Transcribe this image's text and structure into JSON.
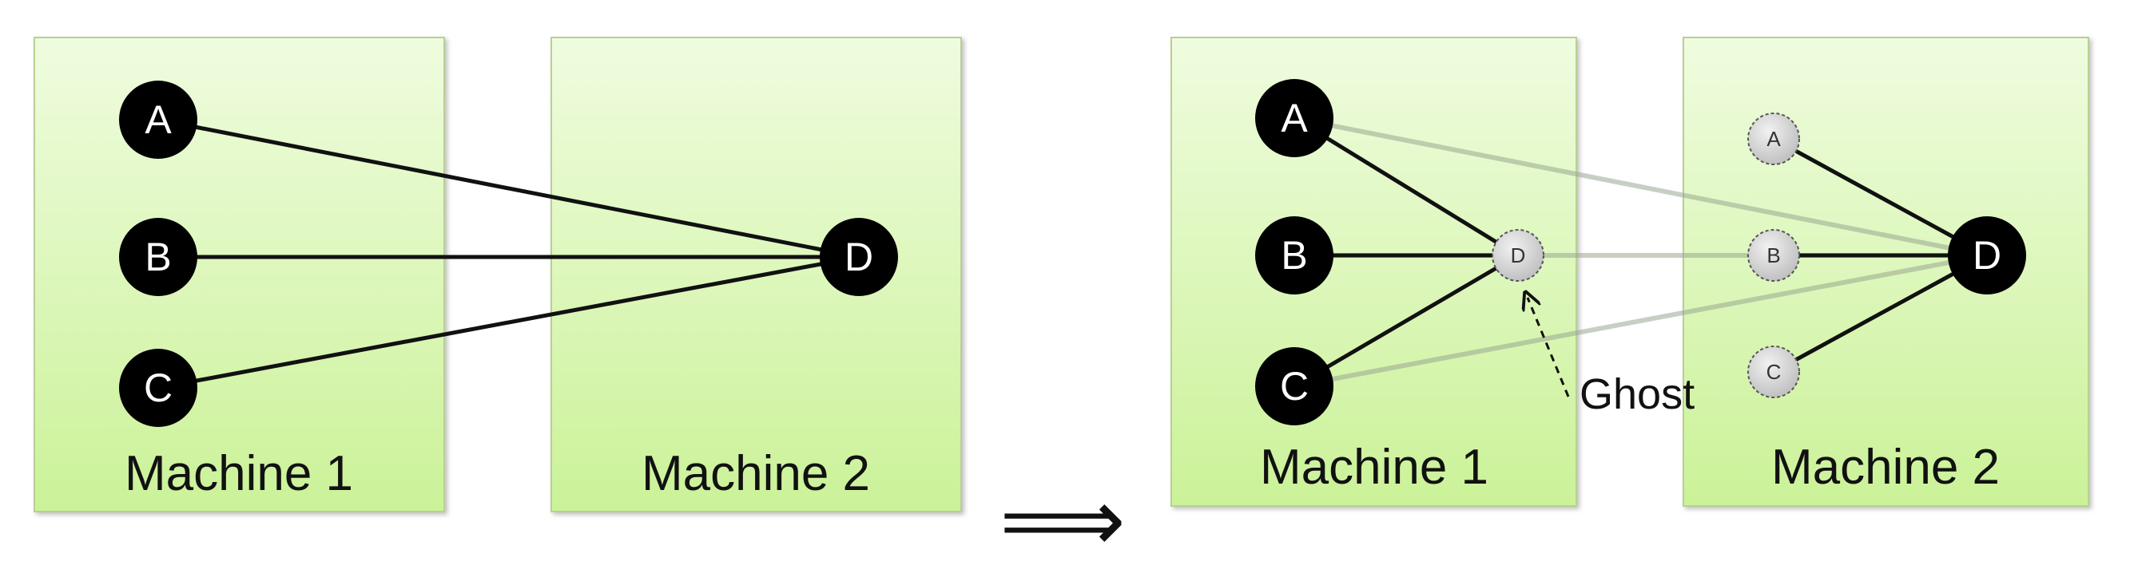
{
  "left": {
    "machine1_label": "Machine 1",
    "machine2_label": "Machine 2",
    "nodes": {
      "a": "A",
      "b": "B",
      "c": "C",
      "d": "D"
    }
  },
  "transition_arrow": "⟹",
  "right": {
    "machine1_label": "Machine 1",
    "machine2_label": "Machine 2",
    "nodes": {
      "a": "A",
      "b": "B",
      "c": "C",
      "d": "D"
    },
    "ghost_nodes": {
      "d": "D",
      "a": "A",
      "b": "B",
      "c": "C"
    },
    "ghost_label": "Ghost"
  },
  "colors": {
    "machine_fill_top": "#eefbdc",
    "machine_fill_bottom": "#cdf29a",
    "machine_border": "#b9cf96",
    "node_fill": "#000000",
    "ghost_fill": "#d6d6d6",
    "edge": "#111111",
    "faded_edge": "#9aa891"
  }
}
